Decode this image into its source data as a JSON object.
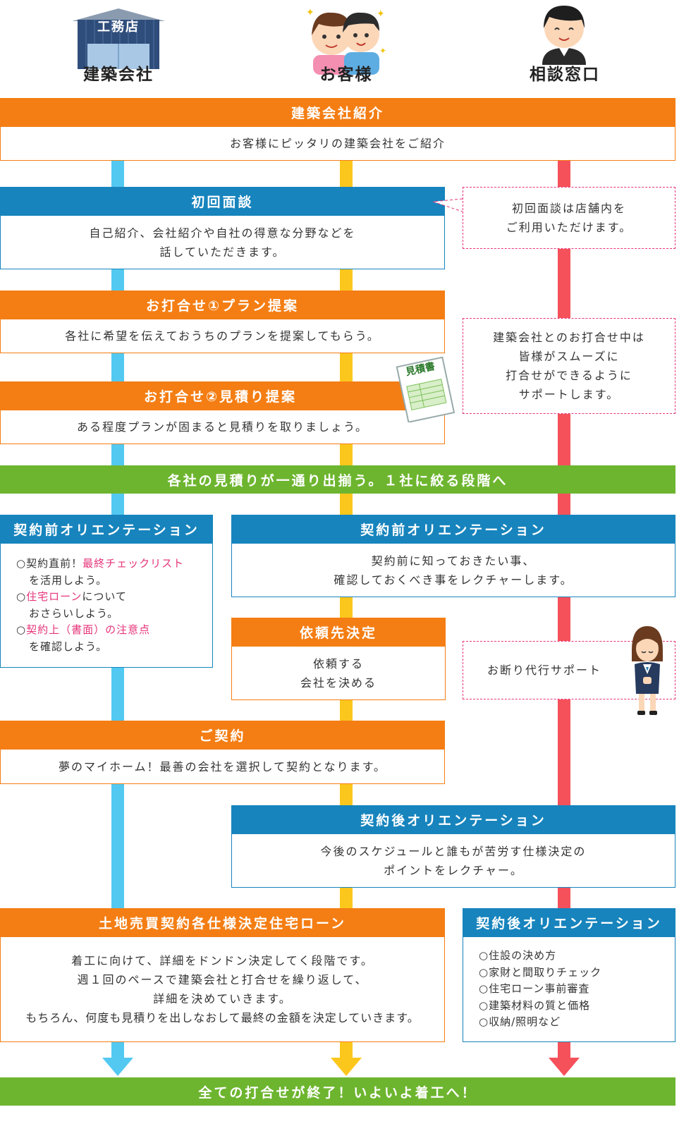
{
  "columns": [
    "建築会社",
    "お客様",
    "相談窓口"
  ],
  "icons": {
    "store_sign": "工務店",
    "estimate_doc": "見積書"
  },
  "colors": {
    "orange": "#f47e14",
    "blue": "#1784bd",
    "green": "#6db52f",
    "lane_blue": "#53c9f1",
    "lane_yellow": "#fcc71d",
    "lane_red": "#f5515a",
    "accent_pink": "#e6347a"
  },
  "steps": {
    "intro": {
      "title": "建築会社紹介",
      "text": "お客様にピッタリの建築会社をご紹介"
    },
    "first_meeting": {
      "title": "初回面談",
      "lines": [
        "自己紹介、会社紹介や自社の得意な分野などを",
        "話していただきます。"
      ]
    },
    "first_note": {
      "lines": [
        "初回面談は店舗内を",
        "ご利用いただけます。"
      ]
    },
    "plan": {
      "title": "お打合せ①プラン提案",
      "text": "各社に希望を伝えておうちのプランを提案してもらう。"
    },
    "support_note": {
      "lines": [
        "建築会社とのお打合せ中は",
        "皆様がスムーズに",
        "打合せができるように",
        "サポートします。"
      ]
    },
    "estimate": {
      "title": "お打合せ②見積り提案",
      "text": "ある程度プランが固まると見積りを取りましょう。"
    },
    "narrow": {
      "title": "各社の見積りが一通り出揃う。１社に絞る段階へ"
    },
    "pre_orientation_left": {
      "title": "契約前オリエンテーション",
      "items": [
        {
          "prefix": "○契約直前！",
          "highlight": "最終チェックリスト",
          "suffix": "",
          "next": "を活用しよう。"
        },
        {
          "prefix": "○",
          "highlight": "住宅ローン",
          "suffix": "について",
          "next": "おさらいしよう。"
        },
        {
          "prefix": "○",
          "highlight": "契約上（書面）の注意点",
          "suffix": "",
          "next": "を確認しよう。"
        }
      ]
    },
    "pre_orientation_right": {
      "title": "契約前オリエンテーション",
      "lines": [
        "契約前に知っておきたい事、",
        "確認しておくべき事をレクチャーします。"
      ]
    },
    "decide": {
      "title": "依頼先決定",
      "lines": [
        "依頼する",
        "会社を決める"
      ]
    },
    "decline_note": {
      "text": "お断り代行サポート"
    },
    "contract": {
      "title": "ご契約",
      "text": "夢のマイホーム！最善の会社を選択して契約となります。"
    },
    "post_orientation_center": {
      "title": "契約後オリエンテーション",
      "lines": [
        "今後のスケジュールと誰もが苦労す仕様決定の",
        "ポイントをレクチャー。"
      ]
    },
    "specs": {
      "title": "土地売買契約各仕様決定住宅ローン",
      "lines": [
        "着工に向けて、詳細をドンドン決定してく段階です。",
        "週１回のペースで建築会社と打合せを繰り返して、",
        "詳細を決めていきます。",
        "もちろん、何度も見積りを出しなおして最終の金額を決定していきます。"
      ]
    },
    "post_orientation_right": {
      "title": "契約後オリエンテーション",
      "items": [
        "○住設の決め方",
        "○家財と間取りチェック",
        "○住宅ローン事前審査",
        "○建築材料の質と価格",
        "○収納/照明など"
      ]
    },
    "final": {
      "title": "全ての打合せが終了！いよいよ着工へ！"
    }
  }
}
